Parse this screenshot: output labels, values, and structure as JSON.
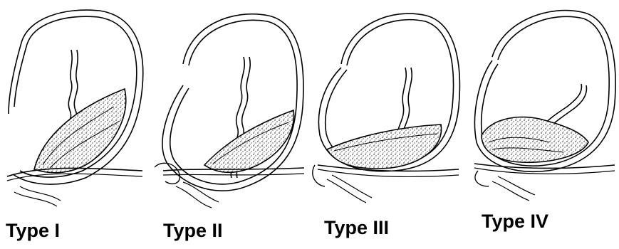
{
  "figure": {
    "labels": [
      "Type I",
      "Type II",
      "Type III",
      "Type IV"
    ]
  }
}
